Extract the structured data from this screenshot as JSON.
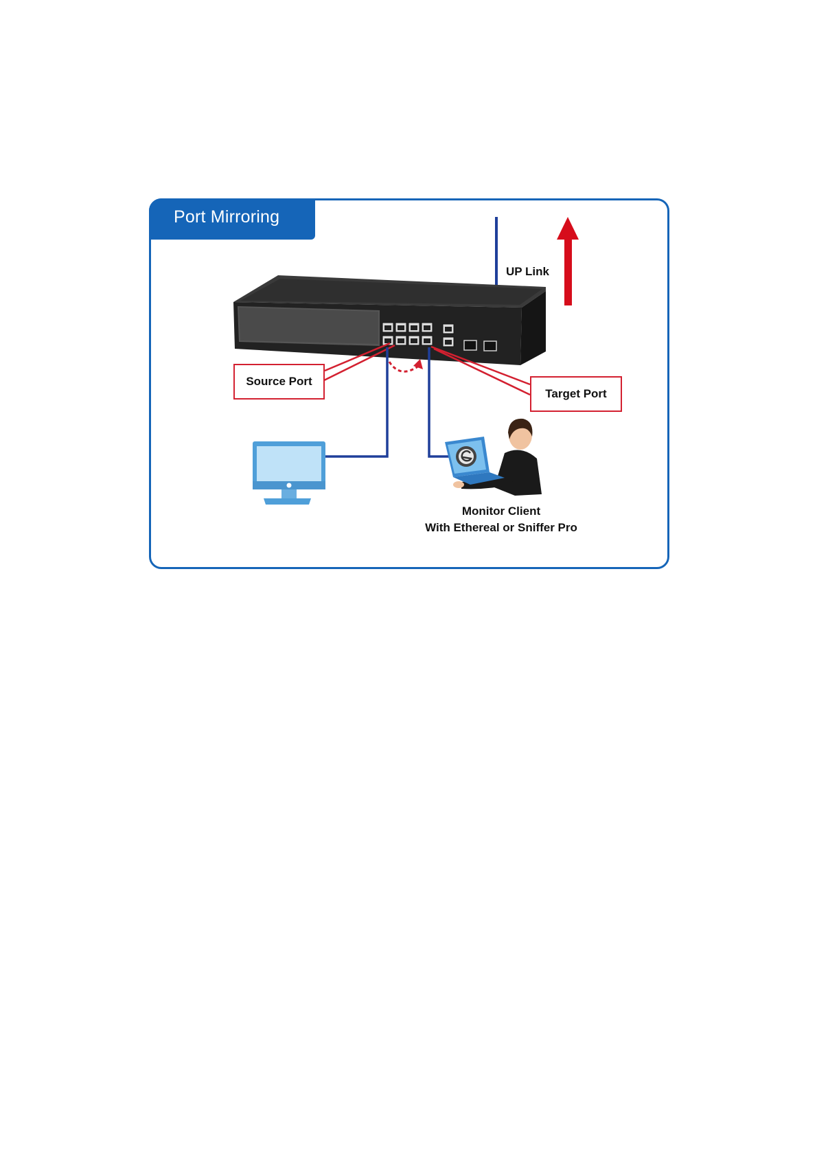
{
  "title": "Port Mirroring",
  "labels": {
    "uplink": "UP Link",
    "source_port": "Source Port",
    "target_port": "Target Port"
  },
  "monitor_client": {
    "line1": "Monitor Client",
    "line2": "With Ethereal or Sniffer Pro"
  },
  "colors": {
    "brand_blue": "#1565b8",
    "cable_blue": "#1f3f9a",
    "accent_red": "#d32030",
    "switch_dark": "#2a2a2a"
  },
  "icons": [
    "network-switch-icon",
    "desktop-computer-icon",
    "laptop-user-icon",
    "uplink-arrow-icon"
  ]
}
